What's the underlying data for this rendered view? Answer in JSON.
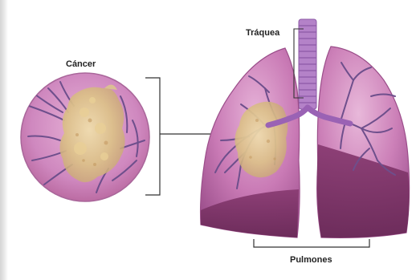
{
  "labels": {
    "cancer": "Cáncer",
    "trachea": "Tráquea",
    "lungs": "Pulmones"
  },
  "colors": {
    "lung_fill": "#c67ab4",
    "lung_base": "#7c3465",
    "airway": "#9a62b4",
    "vessel": "#6e4f8c",
    "tumor": "#dcc48e",
    "leader_line": "#333333"
  }
}
